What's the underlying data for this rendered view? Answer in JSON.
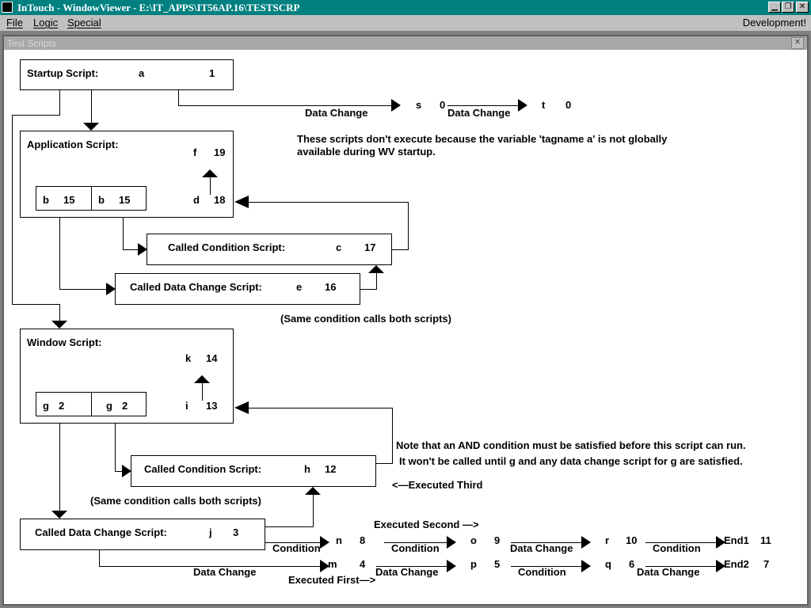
{
  "window": {
    "title": "InTouch - WindowViewer - E:\\IT_APPS\\IT56AP.16\\TESTSCRP",
    "buttons": {
      "minimize": "▁",
      "restore": "❐",
      "close": "✕"
    }
  },
  "menu": {
    "items": [
      "File",
      "Logic",
      "Special"
    ],
    "right_text": "Development!"
  },
  "child_window": {
    "title": "Test Scripts",
    "close": "✕"
  },
  "diagram": {
    "startup": {
      "label": "Startup Script:",
      "tag": "a",
      "value": "1"
    },
    "s": {
      "tag": "s",
      "value": "0"
    },
    "t": {
      "tag": "t",
      "value": "0"
    },
    "dc1": "Data Change",
    "dc2": "Data Change",
    "note1_line1": "These scripts don't execute because the variable 'tagname a' is not globally",
    "note1_line2": "available during WV startup.",
    "application": {
      "label": "Application Script:",
      "f": {
        "tag": "f",
        "value": "19"
      },
      "d": {
        "tag": "d",
        "value": "18"
      },
      "b1": {
        "tag": "b",
        "value": "15"
      },
      "b2": {
        "tag": "b",
        "value": "15"
      }
    },
    "called_cond1": {
      "label": "Called Condition Script:",
      "tag": "c",
      "value": "17"
    },
    "called_dc1": {
      "label": "Called Data Change Script:",
      "tag": "e",
      "value": "16"
    },
    "same_cond1": "(Same condition calls both scripts)",
    "window_script": {
      "label": "Window Script:",
      "k": {
        "tag": "k",
        "value": "14"
      },
      "i": {
        "tag": "i",
        "value": "13"
      },
      "g1": {
        "tag": "g",
        "value": "2"
      },
      "g2": {
        "tag": "g",
        "value": "2"
      }
    },
    "note2_line1": "Note that an AND condition must be satisfied before this script can run.",
    "note2_line2": "It won't be called until g and any data change script for g are satisfied.",
    "called_cond2": {
      "label": "Called Condition Script:",
      "tag": "h",
      "value": "12"
    },
    "executed_third": "<—Executed Third",
    "same_cond2": "(Same condition calls both scripts)",
    "called_dc2": {
      "label": "Called Data Change Script:",
      "tag": "j",
      "value": "3"
    },
    "executed_second": "Executed Second —>",
    "executed_first": "Executed First—>",
    "chain1": {
      "n": {
        "tag": "n",
        "value": "8"
      },
      "o": {
        "tag": "o",
        "value": "9"
      },
      "r": {
        "tag": "r",
        "value": "10"
      },
      "end": {
        "tag": "End1",
        "value": "11"
      },
      "labels": [
        "Condition",
        "Condition",
        "Data Change",
        "Condition"
      ]
    },
    "chain2": {
      "m": {
        "tag": "m",
        "value": "4"
      },
      "p": {
        "tag": "p",
        "value": "5"
      },
      "q": {
        "tag": "q",
        "value": "6"
      },
      "end": {
        "tag": "End2",
        "value": "7"
      },
      "labels": [
        "Data Change",
        "Data Change",
        "Condition",
        "Data Change"
      ]
    }
  }
}
